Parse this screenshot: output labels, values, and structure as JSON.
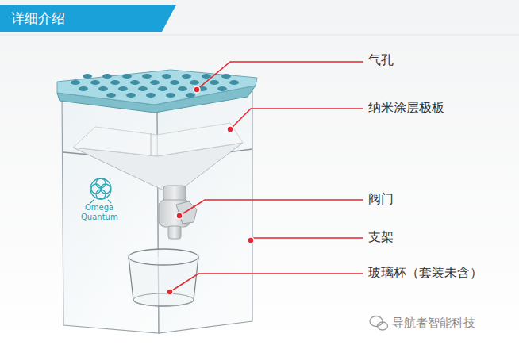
{
  "diagram": {
    "nodes": [
      {
        "text": [
          "详细介绍"
        ]
      }
    ],
    "labels": [
      "气孔",
      "纳米涂层极板",
      "阀门",
      "支架",
      "玻璃杯（套装未含）",
      "Omega",
      "Quantum",
      "导航者智能科技"
    ]
  }
}
